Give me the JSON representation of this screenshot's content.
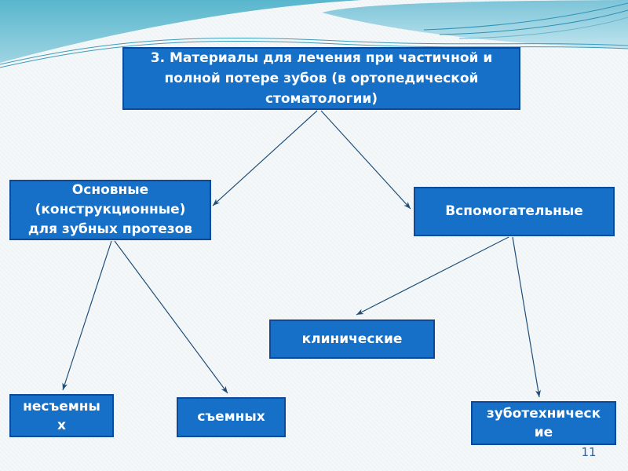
{
  "page_number": "11",
  "colors": {
    "node_fill": "#1770c8",
    "node_border": "#0b4a9b",
    "node_text": "#ffffff",
    "arrow": "#1f4e79",
    "wave_teal_dark": "#58b6cd",
    "wave_teal_light": "#b9e2ec",
    "background": "#f5f8f9",
    "page_number_color": "#31639c"
  },
  "nodes": {
    "title": {
      "label": "3. Материалы для лечения при частичной и\nполной потере зубов (в ортопедической\nстоматологии)"
    },
    "main_left": {
      "label": "Основные\n(конструкционные)\nдля зубных протезов"
    },
    "main_right": {
      "label": "Вспомогательные"
    },
    "clinical": {
      "label": "клинические"
    },
    "fixed": {
      "label": "несъемны\nх"
    },
    "removable": {
      "label": "съемных"
    },
    "dental_lab": {
      "label": "зуботехническ\nие"
    }
  },
  "edges": [
    {
      "from": "title",
      "to": "main_left"
    },
    {
      "from": "title",
      "to": "main_right"
    },
    {
      "from": "main_left",
      "to": "fixed"
    },
    {
      "from": "main_left",
      "to": "removable"
    },
    {
      "from": "main_right",
      "to": "clinical"
    },
    {
      "from": "main_right",
      "to": "dental_lab"
    }
  ]
}
